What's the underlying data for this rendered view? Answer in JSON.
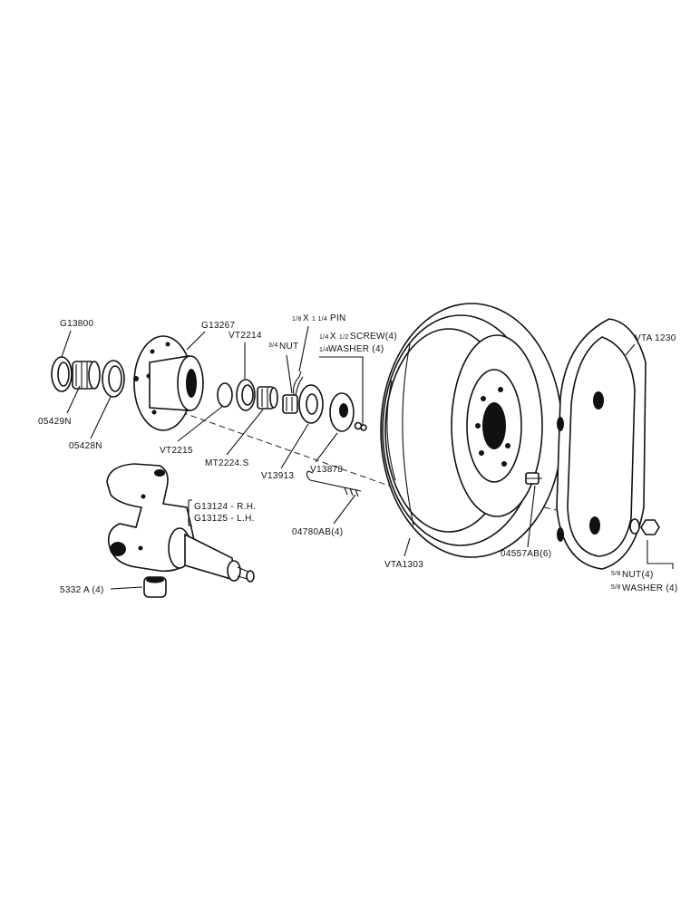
{
  "labels": {
    "g13800": "G13800",
    "g13267": "G13267",
    "n05429": "05429N",
    "n05428": "05428N",
    "vt2214": "VT2214",
    "vt2215": "VT2215",
    "nut_frac": "3/4",
    "nut": "NUT",
    "pin_frac1": "1/8",
    "pin_x": "X",
    "pin_frac2": "1 1/4",
    "pin": "PIN",
    "screw_frac1": "1/4",
    "screw_x": "X",
    "screw_frac2": "1/2",
    "screw": "SCREW(4)",
    "washer4_frac": "1/4",
    "washer4": "WASHER (4)",
    "mt2224s": "MT2224.S",
    "v13913": "V13913",
    "v13878": "V13878",
    "g13124": "G13124 - R.H.",
    "g13125": "G13125 - L.H.",
    "n04780": "04780AB(4)",
    "n5332": "5332 A (4)",
    "vta1303": "VTA1303",
    "n04557": "04557AB(6)",
    "vta1230": "VTA 1230",
    "nut4_frac": "5/8",
    "nut4": "NUT(4)",
    "washer_b_frac": "5/8",
    "washer_b": "WASHER (4)"
  }
}
